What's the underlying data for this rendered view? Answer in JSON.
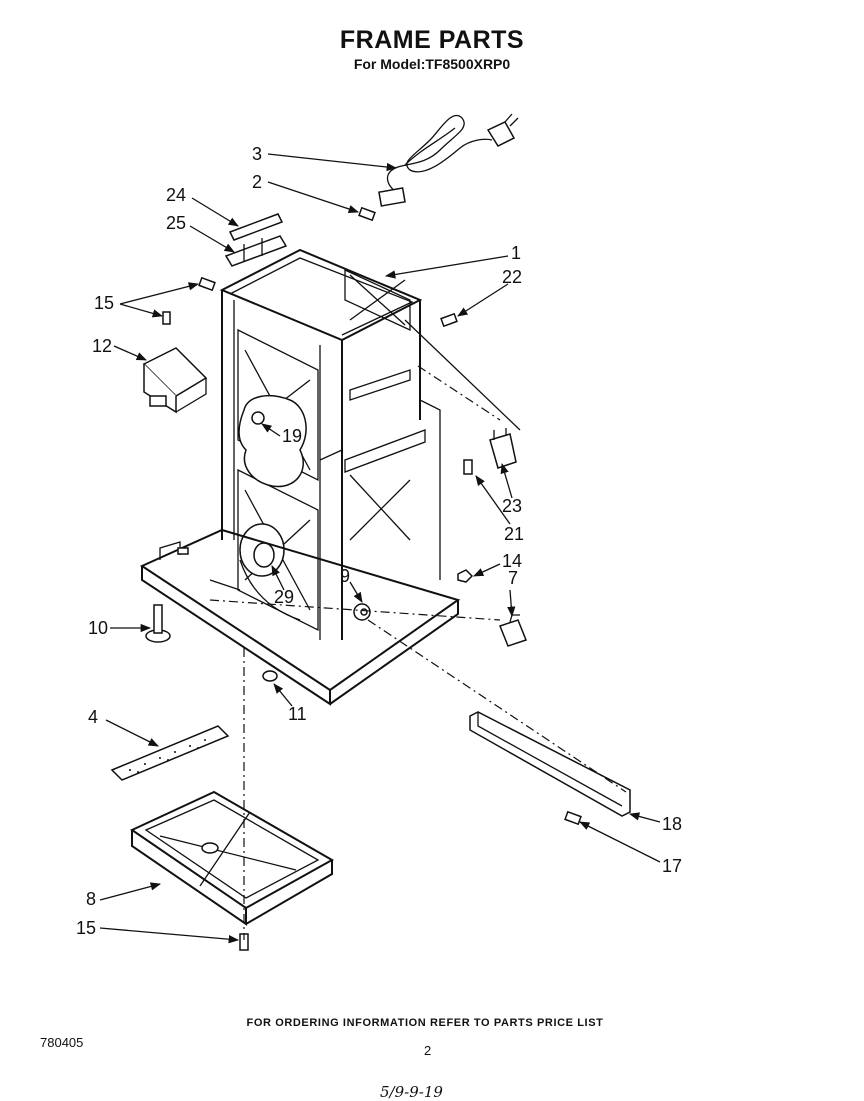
{
  "header": {
    "title": "FRAME PARTS",
    "subtitle": "For Model:TF8500XRP0"
  },
  "callouts": {
    "c1": "1",
    "c2": "2",
    "c3": "3",
    "c4": "4",
    "c7": "7",
    "c8": "8",
    "c9": "9",
    "c10": "10",
    "c11": "11",
    "c12": "12",
    "c14": "14",
    "c15a": "15",
    "c15b": "15",
    "c17": "17",
    "c18": "18",
    "c19": "19",
    "c21": "21",
    "c22": "22",
    "c23": "23",
    "c24": "24",
    "c25": "25",
    "c29": "29"
  },
  "footer": {
    "note": "FOR ORDERING INFORMATION REFER TO PARTS PRICE LIST",
    "doc_number": "780405",
    "page_number": "2",
    "handwritten": "5/9-9-19"
  }
}
